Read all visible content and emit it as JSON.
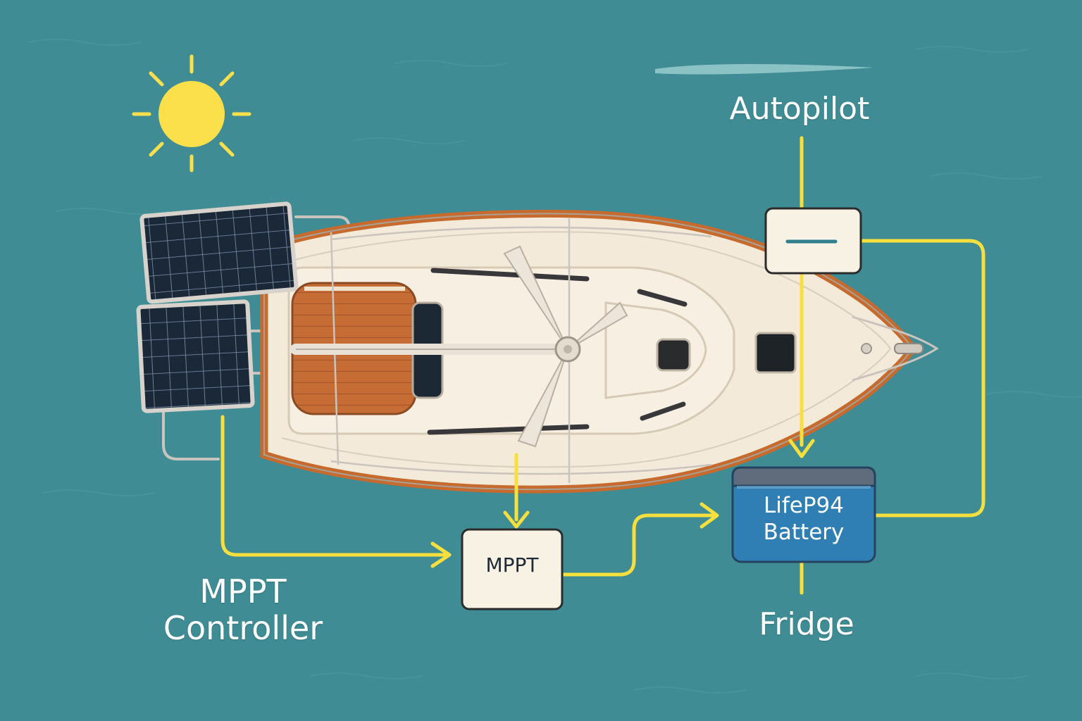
{
  "diagram": {
    "nodes": {
      "autopilot": {
        "label": "Autopilot"
      },
      "mppt_controller": {
        "label_line1": "MPPT",
        "label_line2": "Controller"
      },
      "mppt_box": {
        "label": "MPPT"
      },
      "battery": {
        "label_line1": "LifeP94",
        "label_line2": "Battery"
      },
      "fridge": {
        "label": "Fridge"
      }
    },
    "edges": [
      {
        "from": "solar-panels",
        "to": "mppt_box"
      },
      {
        "from": "wind-generator",
        "to": "mppt_box"
      },
      {
        "from": "mppt_box",
        "to": "battery"
      },
      {
        "from": "autopilot_box",
        "to": "battery"
      },
      {
        "from": "battery",
        "to": "autopilot_box"
      },
      {
        "from": "battery",
        "to": "fridge"
      }
    ],
    "icons": [
      "sun-icon",
      "solar-panel-icon",
      "sailboat-icon",
      "wind-generator-icon"
    ]
  },
  "colors": {
    "sea": "#3f8c95",
    "wire": "#f7df3e",
    "sun": "#fbe04b",
    "hull": "#f3ead9",
    "hull_stripe": "#c76a2e",
    "deck_wood": "#c56d35",
    "panel": "#1b2838",
    "box_fill": "#f8f2e4",
    "battery_fill": "#2f7fb5",
    "battery_top": "#5f6c7c"
  }
}
